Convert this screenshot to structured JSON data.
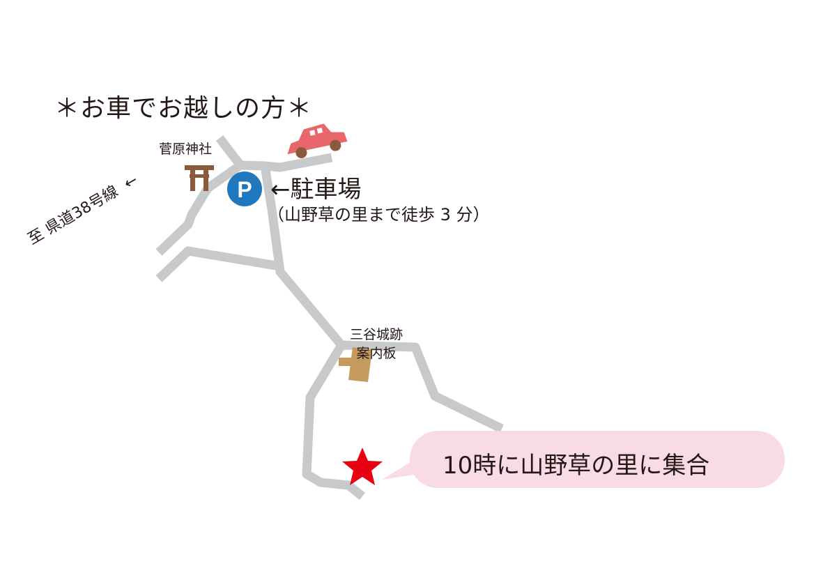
{
  "title": "＊お車でお越しの方＊",
  "landmarks": {
    "shrine": "菅原神社",
    "parking_arrow": "←",
    "parking": "駐車場",
    "walk_note": "（山野草の里まで徒歩 3 分）",
    "route_arrow": "←",
    "route": "至 県道38号線",
    "signboard_line1": "三谷城跡",
    "signboard_line2": "案内板"
  },
  "parking_symbol": "P",
  "meeting_callout": "10時に山野草の里に集合",
  "icons": {
    "shrine": "torii-gate-icon",
    "parking": "parking-icon",
    "car": "car-icon",
    "signboard": "signboard-icon",
    "destination": "star-icon"
  },
  "colors": {
    "road": "#c8c9ca",
    "parking_blue": "#1f77bd",
    "car": "#e8676b",
    "wheel": "#8c5a3a",
    "torii": "#8b5a3a",
    "signboard": "#c49a5e",
    "star": "#e60012",
    "bubble": "#f9dbe6"
  }
}
